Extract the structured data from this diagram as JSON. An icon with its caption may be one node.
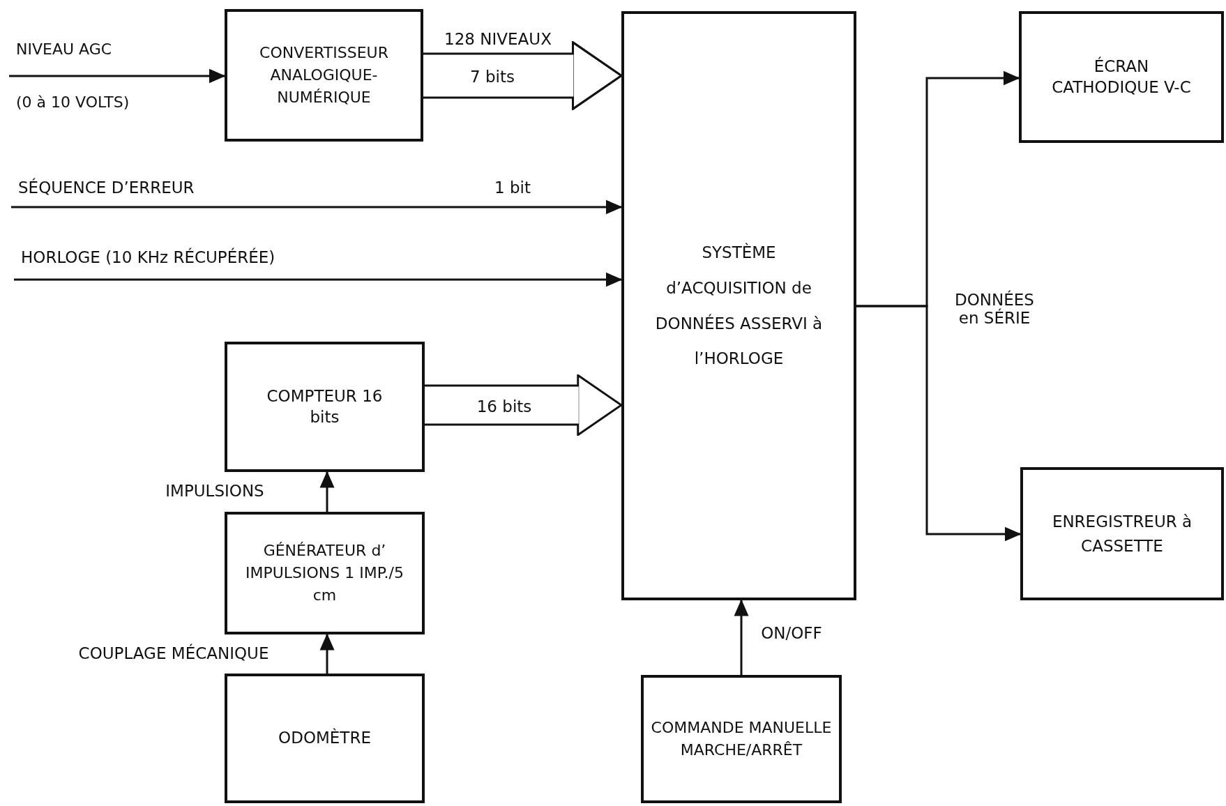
{
  "diagram": {
    "nodes": [
      {
        "text": [
          "NIVEAU AGC",
          "(0 à 10 VOLTS)"
        ]
      },
      {
        "text": [
          "CONVERTISSEUR ANALOGIQUE- NUMÉRIQUE"
        ]
      },
      {
        "text": [
          "SÉQUENCE D’ERREUR"
        ]
      },
      {
        "text": [
          "HORLOGE (10 KHz RÉCUPÉRÉE)"
        ]
      },
      {
        "text": [
          "SYSTÈME d’ACQUISITION de DONNÉES ASSERVI à l’HORLOGE"
        ]
      },
      {
        "text": [
          "ÉCRAN CATHODIQUE V-C"
        ]
      },
      {
        "text": [
          "ENREGISTREUR à CASSETTE"
        ]
      },
      {
        "text": [
          "COMPTEUR 16 bits"
        ]
      },
      {
        "text": [
          "GÉNÉRATEUR d’ IMPULSIONS 1 IMP./5 cm"
        ]
      },
      {
        "text": [
          "ODOMÈTRE"
        ]
      },
      {
        "text": [
          "COMMANDE MANUELLE MARCHE/ARRÊT"
        ]
      }
    ],
    "edges": [
      {
        "from": 0,
        "to": 1,
        "arrow": "to"
      },
      {
        "from": 1,
        "to": 4,
        "arrow": "to",
        "style": "thick",
        "label": "7 bits"
      },
      {
        "from": 2,
        "to": 4,
        "arrow": "to",
        "label": "1 bit"
      },
      {
        "from": 3,
        "to": 4,
        "arrow": "to"
      },
      {
        "from": 7,
        "to": 4,
        "arrow": "to",
        "style": "thick",
        "label": "16 bits"
      },
      {
        "from": 8,
        "to": 7,
        "arrow": "to"
      },
      {
        "from": 9,
        "to": 8,
        "arrow": "to"
      },
      {
        "from": 10,
        "to": 4,
        "arrow": "to"
      },
      {
        "from": 4,
        "to": 5,
        "arrow": "to"
      },
      {
        "from": 4,
        "to": 6,
        "arrow": "to"
      }
    ],
    "labels": [
      "128 NIVEAUX",
      "IMPULSIONS",
      "COUPLAGE MÉCANIQUE",
      "ON/OFF",
      "DONNÉES en SÉRIE"
    ]
  }
}
